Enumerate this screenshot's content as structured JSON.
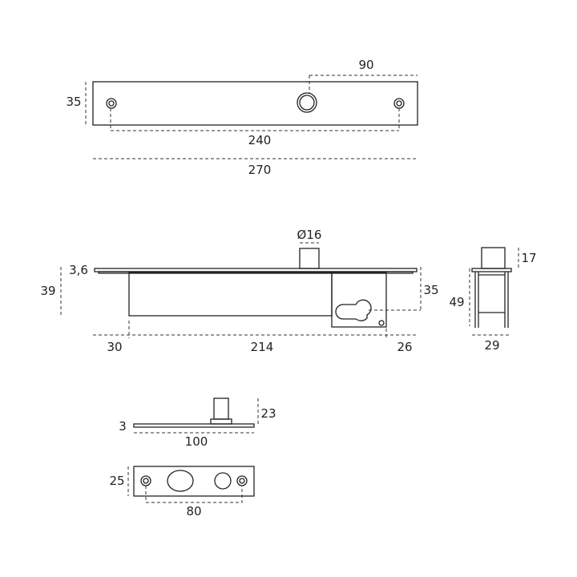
{
  "top_view": {
    "height": "35",
    "offset": "90",
    "hole_spacing": "240",
    "length": "270"
  },
  "side_view": {
    "pin_diameter": "Ø16",
    "plate_thickness": "3,6",
    "total_height": "39",
    "axis_height": "35",
    "left_offset": "30",
    "body_length": "214",
    "right_offset": "26"
  },
  "end_view": {
    "pin_height": "17",
    "height": "49",
    "width": "29"
  },
  "strike_side": {
    "thickness": "3",
    "height": "23",
    "length": "100"
  },
  "strike_plan": {
    "width": "25",
    "hole_spacing": "80"
  },
  "colors": {
    "line": "#222222"
  }
}
